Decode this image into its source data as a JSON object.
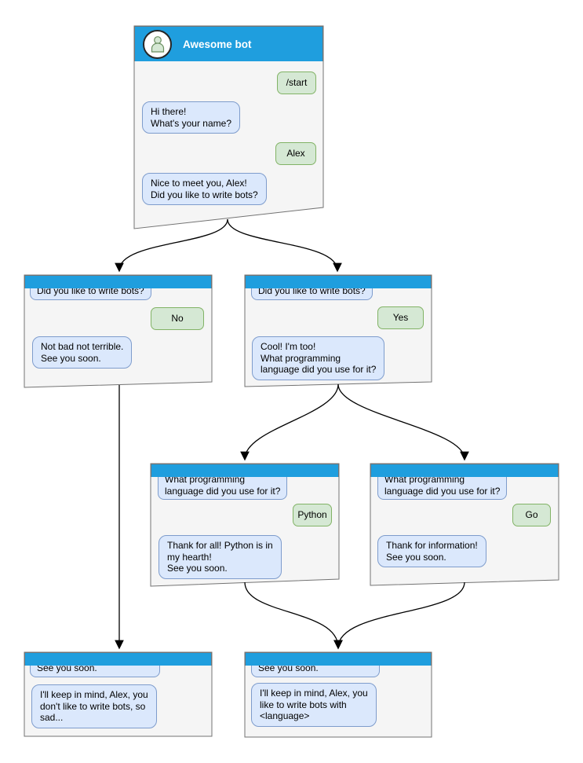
{
  "colors": {
    "header_blue": "#1f9ede",
    "window_fill": "#f5f5f5",
    "window_border": "#737373",
    "bot_bubble_fill": "#dbe8fc",
    "bot_bubble_border": "#7e9ccc",
    "user_bubble_fill": "#d5e8d4",
    "user_bubble_border": "#82b366"
  },
  "windows": {
    "root": {
      "title": "Awesome bot",
      "avatar_icon": "person-icon",
      "messages": [
        {
          "side": "user",
          "text": "/start"
        },
        {
          "side": "bot",
          "text": "Hi there!\nWhat's your name?"
        },
        {
          "side": "user",
          "text": "Alex"
        },
        {
          "side": "bot",
          "text": "Nice to meet you, Alex!\nDid you like to write bots?"
        }
      ]
    },
    "no_branch": {
      "question": "Did you like to write bots?",
      "answer": "No",
      "reply": "Not bad not terrible.\nSee you soon."
    },
    "yes_branch": {
      "question": "Did you like to write bots?",
      "answer": "Yes",
      "reply": "Cool! I'm too!\nWhat programming\nlanguage did you use for it?"
    },
    "python_branch": {
      "question": "What programming\nlanguage did you use for it?",
      "answer": "Python",
      "reply": "Thank for all! Python is in\nmy hearth!\nSee you soon."
    },
    "go_branch": {
      "question": "What programming\nlanguage did you use for it?",
      "answer": "Go",
      "reply": "Thank for information!\nSee you soon."
    },
    "end_no": {
      "question": "See you soon.",
      "reply": "I'll keep in mind, Alex, you\ndon't like to write bots, so\nsad..."
    },
    "end_yes": {
      "question": "See you soon.",
      "reply": "I'll keep in mind, Alex, you\nlike to write bots with\n<language>"
    }
  },
  "edges": [
    {
      "from": "root",
      "to": "no_branch"
    },
    {
      "from": "root",
      "to": "yes_branch"
    },
    {
      "from": "no_branch",
      "to": "end_no"
    },
    {
      "from": "yes_branch",
      "to": "python_branch"
    },
    {
      "from": "yes_branch",
      "to": "go_branch"
    },
    {
      "from": "python_branch",
      "to": "end_yes"
    },
    {
      "from": "go_branch",
      "to": "end_yes"
    }
  ]
}
